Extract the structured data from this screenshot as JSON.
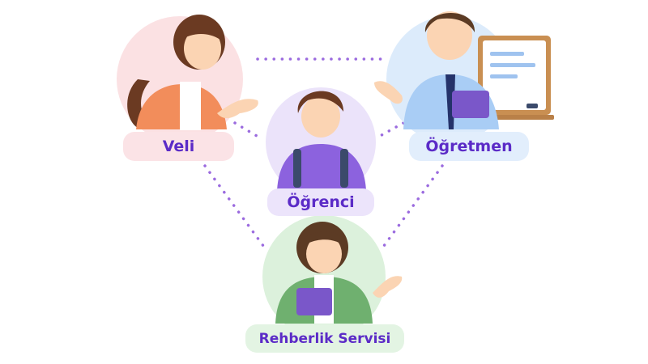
{
  "roles": {
    "veli": {
      "label": "Veli"
    },
    "ogretmen": {
      "label": "Öğretmen"
    },
    "ogrenci": {
      "label": "Öğrenci"
    },
    "rehberlik": {
      "label": "Rehberlik Servisi"
    }
  },
  "colors": {
    "label_text": "#5b2bc7",
    "connector": "#9b6bdf",
    "veli_bg": "#fbe3e6",
    "ogretmen_bg": "#e2eefc",
    "ogrenci_bg": "#ece4fb",
    "rehberlik_bg": "#e3f4e3"
  }
}
